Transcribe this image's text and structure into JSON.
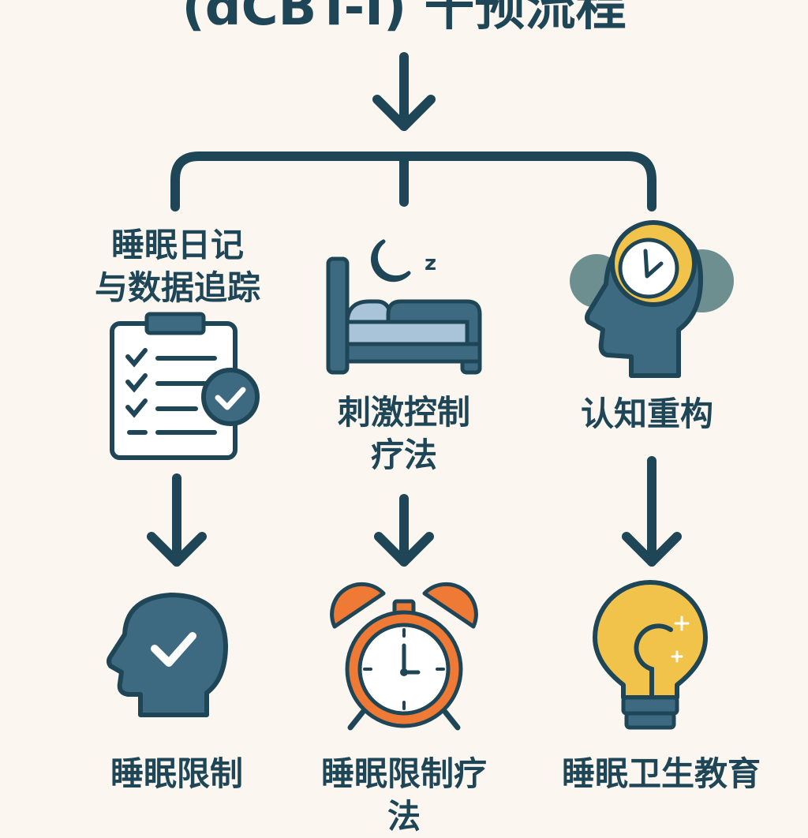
{
  "title": "(dCBT-I) 干预流程",
  "colors": {
    "background": "#fbf7f0",
    "primary": "#1f4657",
    "blue": "#3d6a80",
    "light_blue": "#a9c4d8",
    "yellow": "#f2c34b",
    "orange": "#ee7a35",
    "gray_teal": "#6e8f8f"
  },
  "top_row": [
    {
      "line1": "睡眠日记",
      "line2": "与数据追踪",
      "icon": "clipboard-checklist-icon"
    },
    {
      "line1": "刺激控制",
      "line2": "疗法",
      "icon": "bed-moon-icon"
    },
    {
      "line1": "认知重构",
      "line2": "",
      "icon": "head-clock-icon"
    }
  ],
  "bottom_row": [
    {
      "line1": "睡眠限制",
      "line2": "",
      "icon": "head-check-icon"
    },
    {
      "line1": "睡眠限制疗",
      "line2": "法",
      "icon": "alarm-clock-icon"
    },
    {
      "line1": "睡眠卫生教育",
      "line2": "",
      "icon": "lightbulb-icon"
    }
  ],
  "moon_z": "z"
}
